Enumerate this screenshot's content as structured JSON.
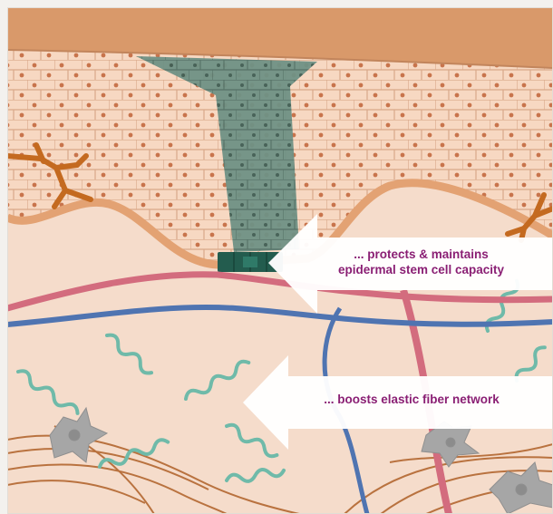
{
  "callouts": [
    {
      "line1": "... protects & maintains",
      "line2": "epidermal stem cell capacity"
    },
    {
      "line1": "... boosts elastic fiber network"
    }
  ],
  "colors": {
    "background": "#f3f1ee",
    "dermis": "#f5dccb",
    "epidermis": "#f4cfb5",
    "stratum_corneum": "#d9996a",
    "stem_cells": "#6f8f84",
    "basal_stem_cells": "#235c4e",
    "artery": "#d36c7e",
    "vein": "#4f74b1",
    "elastic_fiber": "#6fbaa9",
    "collagen_fiber": "#b9723f",
    "melanocyte": "#c46a20",
    "fibroblast": "#a6a6a6",
    "callout_text": "#8a1f74"
  }
}
